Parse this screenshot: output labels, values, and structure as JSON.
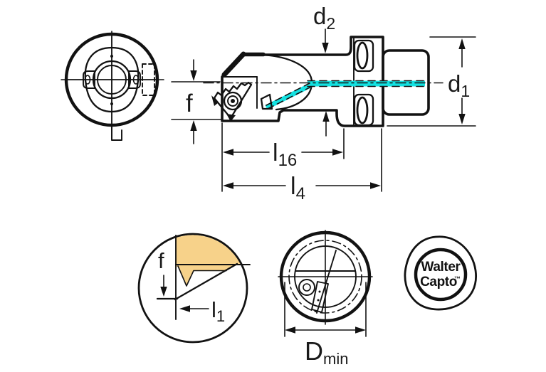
{
  "colors": {
    "background": "#ffffff",
    "outline": "#121212",
    "body_gray": "#c9c9c9",
    "insert_gold": "#eec15e",
    "detail_gold": "#f7d28a",
    "dmin_insert_gold": "#f0c96d",
    "coolant_cyan": "#13e2e2",
    "logo_yellow": "#f5ad00",
    "logo_center": "#ffffff"
  },
  "dimensions": {
    "d2": {
      "main": "d",
      "sub": "2"
    },
    "d1": {
      "main": "d",
      "sub": "1"
    },
    "f_side": {
      "main": "f"
    },
    "l16": {
      "main": "l",
      "sub": "16"
    },
    "l4": {
      "main": "l",
      "sub": "4"
    },
    "f_detail": {
      "main": "f"
    },
    "l1": {
      "main": "l",
      "sub": "1"
    },
    "d_min": {
      "main": "D",
      "sub": "min"
    }
  },
  "logo": {
    "line1": "Walter",
    "line2": "Capto",
    "trademark": "™"
  }
}
